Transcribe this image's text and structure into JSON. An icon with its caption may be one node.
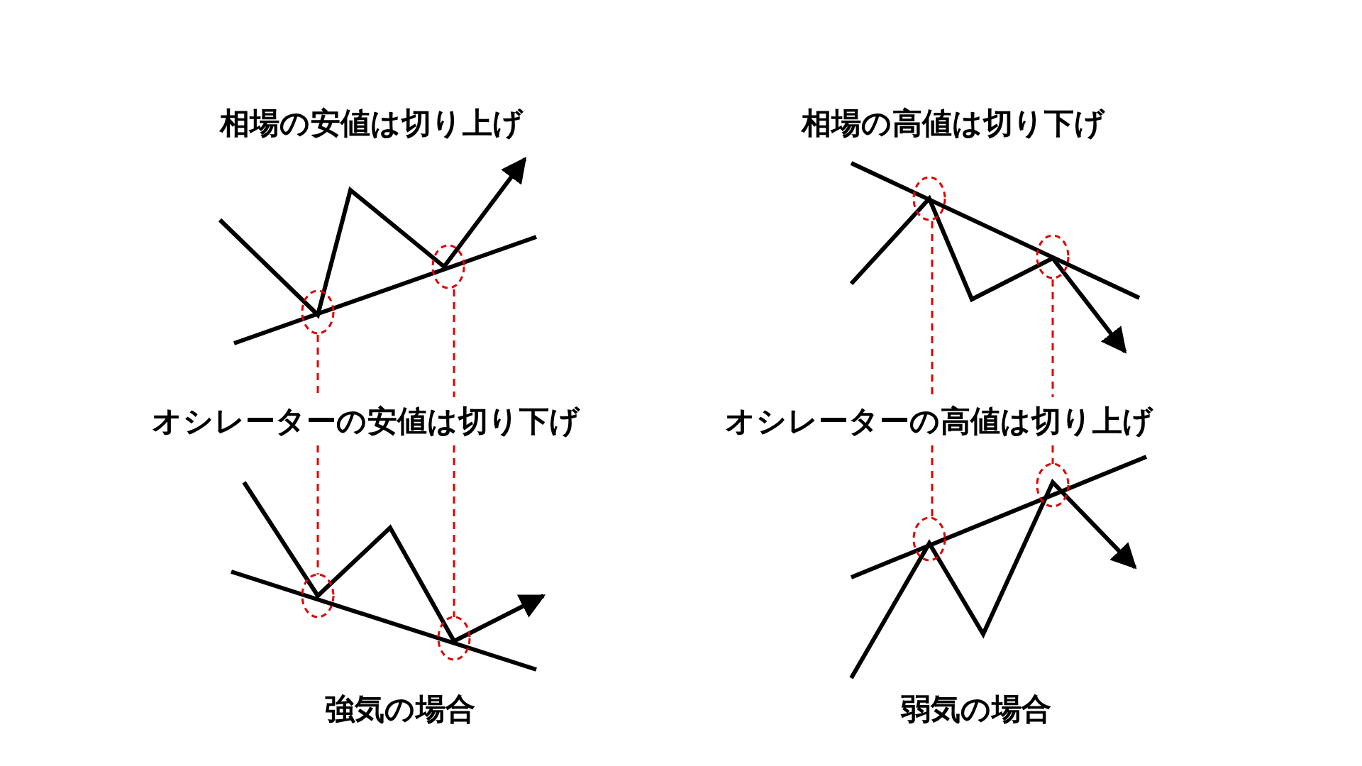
{
  "diagram": {
    "labels": [
      "相場の安値は切り上げ",
      "相場の高値は切り下げ",
      "オシレーターの安値は切り下げ",
      "オシレーターの高値は切り上げ",
      "強気の場合",
      "弱気の場合"
    ]
  }
}
